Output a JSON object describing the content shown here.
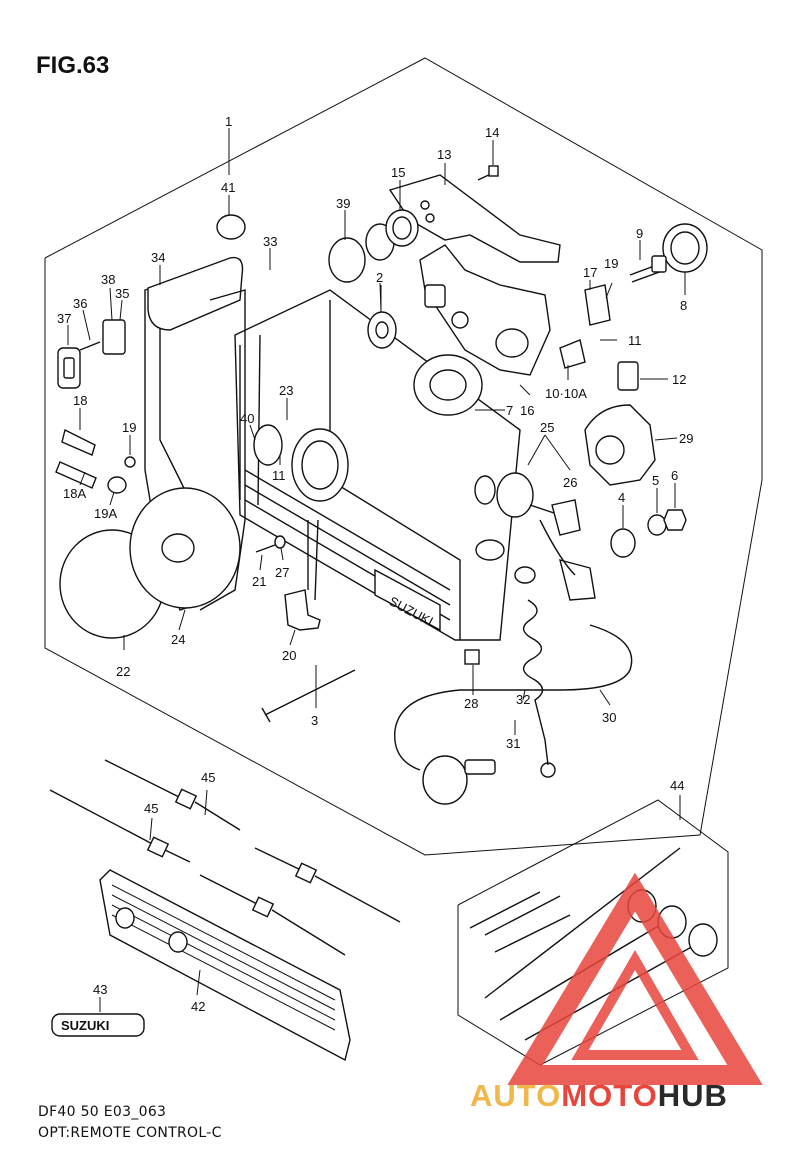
{
  "figure": {
    "title": "FIG.63",
    "footer_code": "DF40 50 E03_063",
    "footer_desc": "OPT:REMOTE CONTROL-C"
  },
  "watermark": {
    "text": "AUTOMOTOHUB",
    "accent_color": "#e8453c",
    "gold_color": "#f0b74a",
    "dark_color": "#2a2a2a"
  },
  "brand_marks": {
    "badge_43": "SUZUKI",
    "housing": "SUZUKI"
  },
  "callouts": {
    "c1": "1",
    "c2": "2",
    "c3": "3",
    "c4": "4",
    "c5": "5",
    "c6": "6",
    "c7": "7",
    "c8": "8",
    "c9": "9",
    "c10": "10·10A",
    "c11a": "11",
    "c11b": "11",
    "c12": "12",
    "c13": "13",
    "c14": "14",
    "c15": "15",
    "c16": "16",
    "c17": "17",
    "c18": "18",
    "c18a": "18A",
    "c19a": "19",
    "c19b": "19",
    "c19c": "19A",
    "c20": "20",
    "c21": "21",
    "c22": "22",
    "c23": "23",
    "c24": "24",
    "c25": "25",
    "c26": "26",
    "c27": "27",
    "c28": "28",
    "c29": "29",
    "c30": "30",
    "c31": "31",
    "c32": "32",
    "c33": "33",
    "c34": "34",
    "c35": "35",
    "c36": "36",
    "c37": "37",
    "c38": "38",
    "c39": "39",
    "c40": "40",
    "c41": "41",
    "c42": "42",
    "c43": "43",
    "c44": "44",
    "c45a": "45",
    "c45b": "45"
  }
}
